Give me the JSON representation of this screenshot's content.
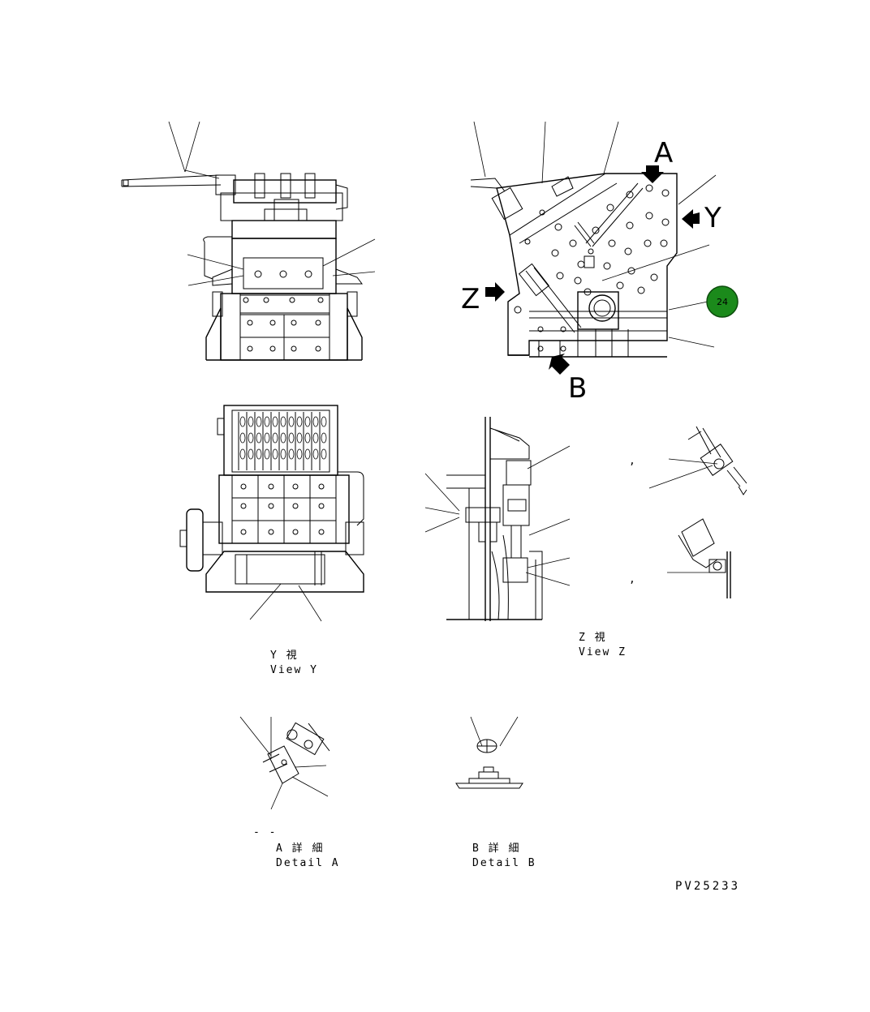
{
  "view_letters": {
    "a": "A",
    "y": "Y",
    "z": "Z",
    "b": "B"
  },
  "badge": {
    "number": "24",
    "color": "#1b8a1b"
  },
  "captions": {
    "view_y_jp": "Y 視",
    "view_y_en": "View Y",
    "view_z_jp": "Z 視",
    "view_z_en": "View Z",
    "detail_a_jp": "A 詳 細",
    "detail_a_en": "Detail A",
    "detail_b_jp": "B 詳 細",
    "detail_b_en": "Detail B"
  },
  "drawing_code": "PV25233",
  "small_marks": {
    "comma": ",",
    "dashes": "- -"
  }
}
